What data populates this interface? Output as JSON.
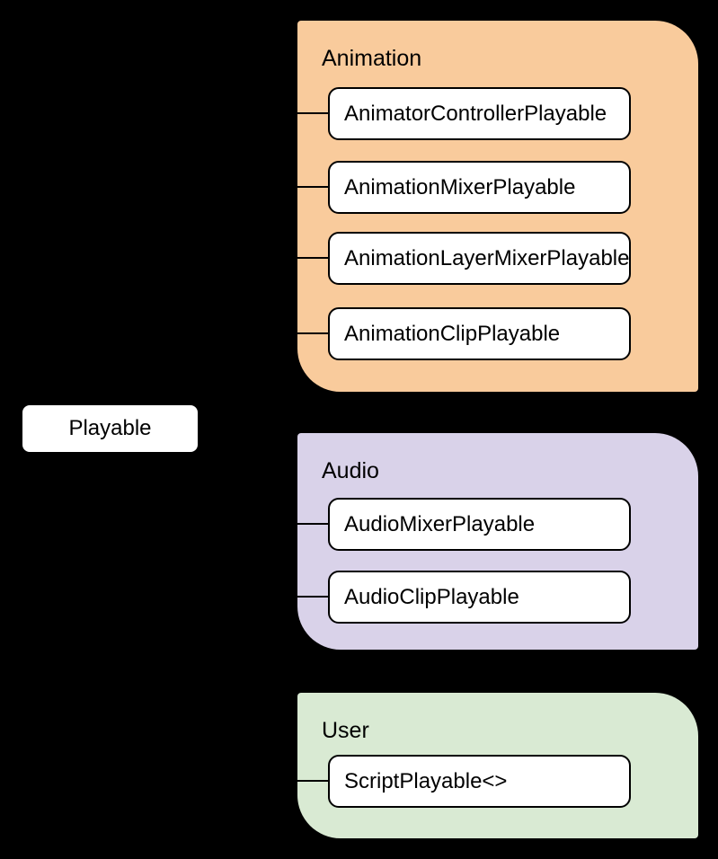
{
  "diagram": {
    "background": "#000000",
    "node_fill": "#FFFFFF",
    "node_border_color": "#000000",
    "connector_color": "#000000",
    "text_color": "#000000",
    "root": {
      "label": "Playable"
    },
    "groups": [
      {
        "title": "Animation",
        "color": "#F9CB9C",
        "children": [
          "AnimatorControllerPlayable",
          "AnimationMixerPlayable",
          "AnimationLayerMixerPlayable",
          "AnimationClipPlayable"
        ]
      },
      {
        "title": "Audio",
        "color": "#D9D2E9",
        "children": [
          "AudioMixerPlayable",
          "AudioClipPlayable"
        ]
      },
      {
        "title": "User",
        "color": "#D9EAD3",
        "children": [
          "ScriptPlayable<>"
        ]
      }
    ]
  }
}
